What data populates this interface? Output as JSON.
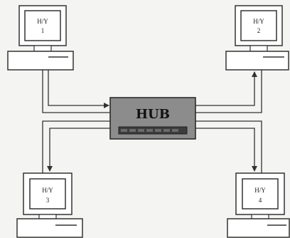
{
  "hub": {
    "label": "HUB"
  },
  "computers": [
    {
      "line1": "H/Y",
      "line2": "1"
    },
    {
      "line1": "H/Y",
      "line2": "2"
    },
    {
      "line1": "H/Y",
      "line2": "3"
    },
    {
      "line1": "H/Y",
      "line2": "4"
    }
  ],
  "colors": {
    "hub_fill": "#8c8c8c",
    "hub_panel": "#3c3c3c",
    "line": "#333333",
    "background": "#f4f4f2"
  }
}
